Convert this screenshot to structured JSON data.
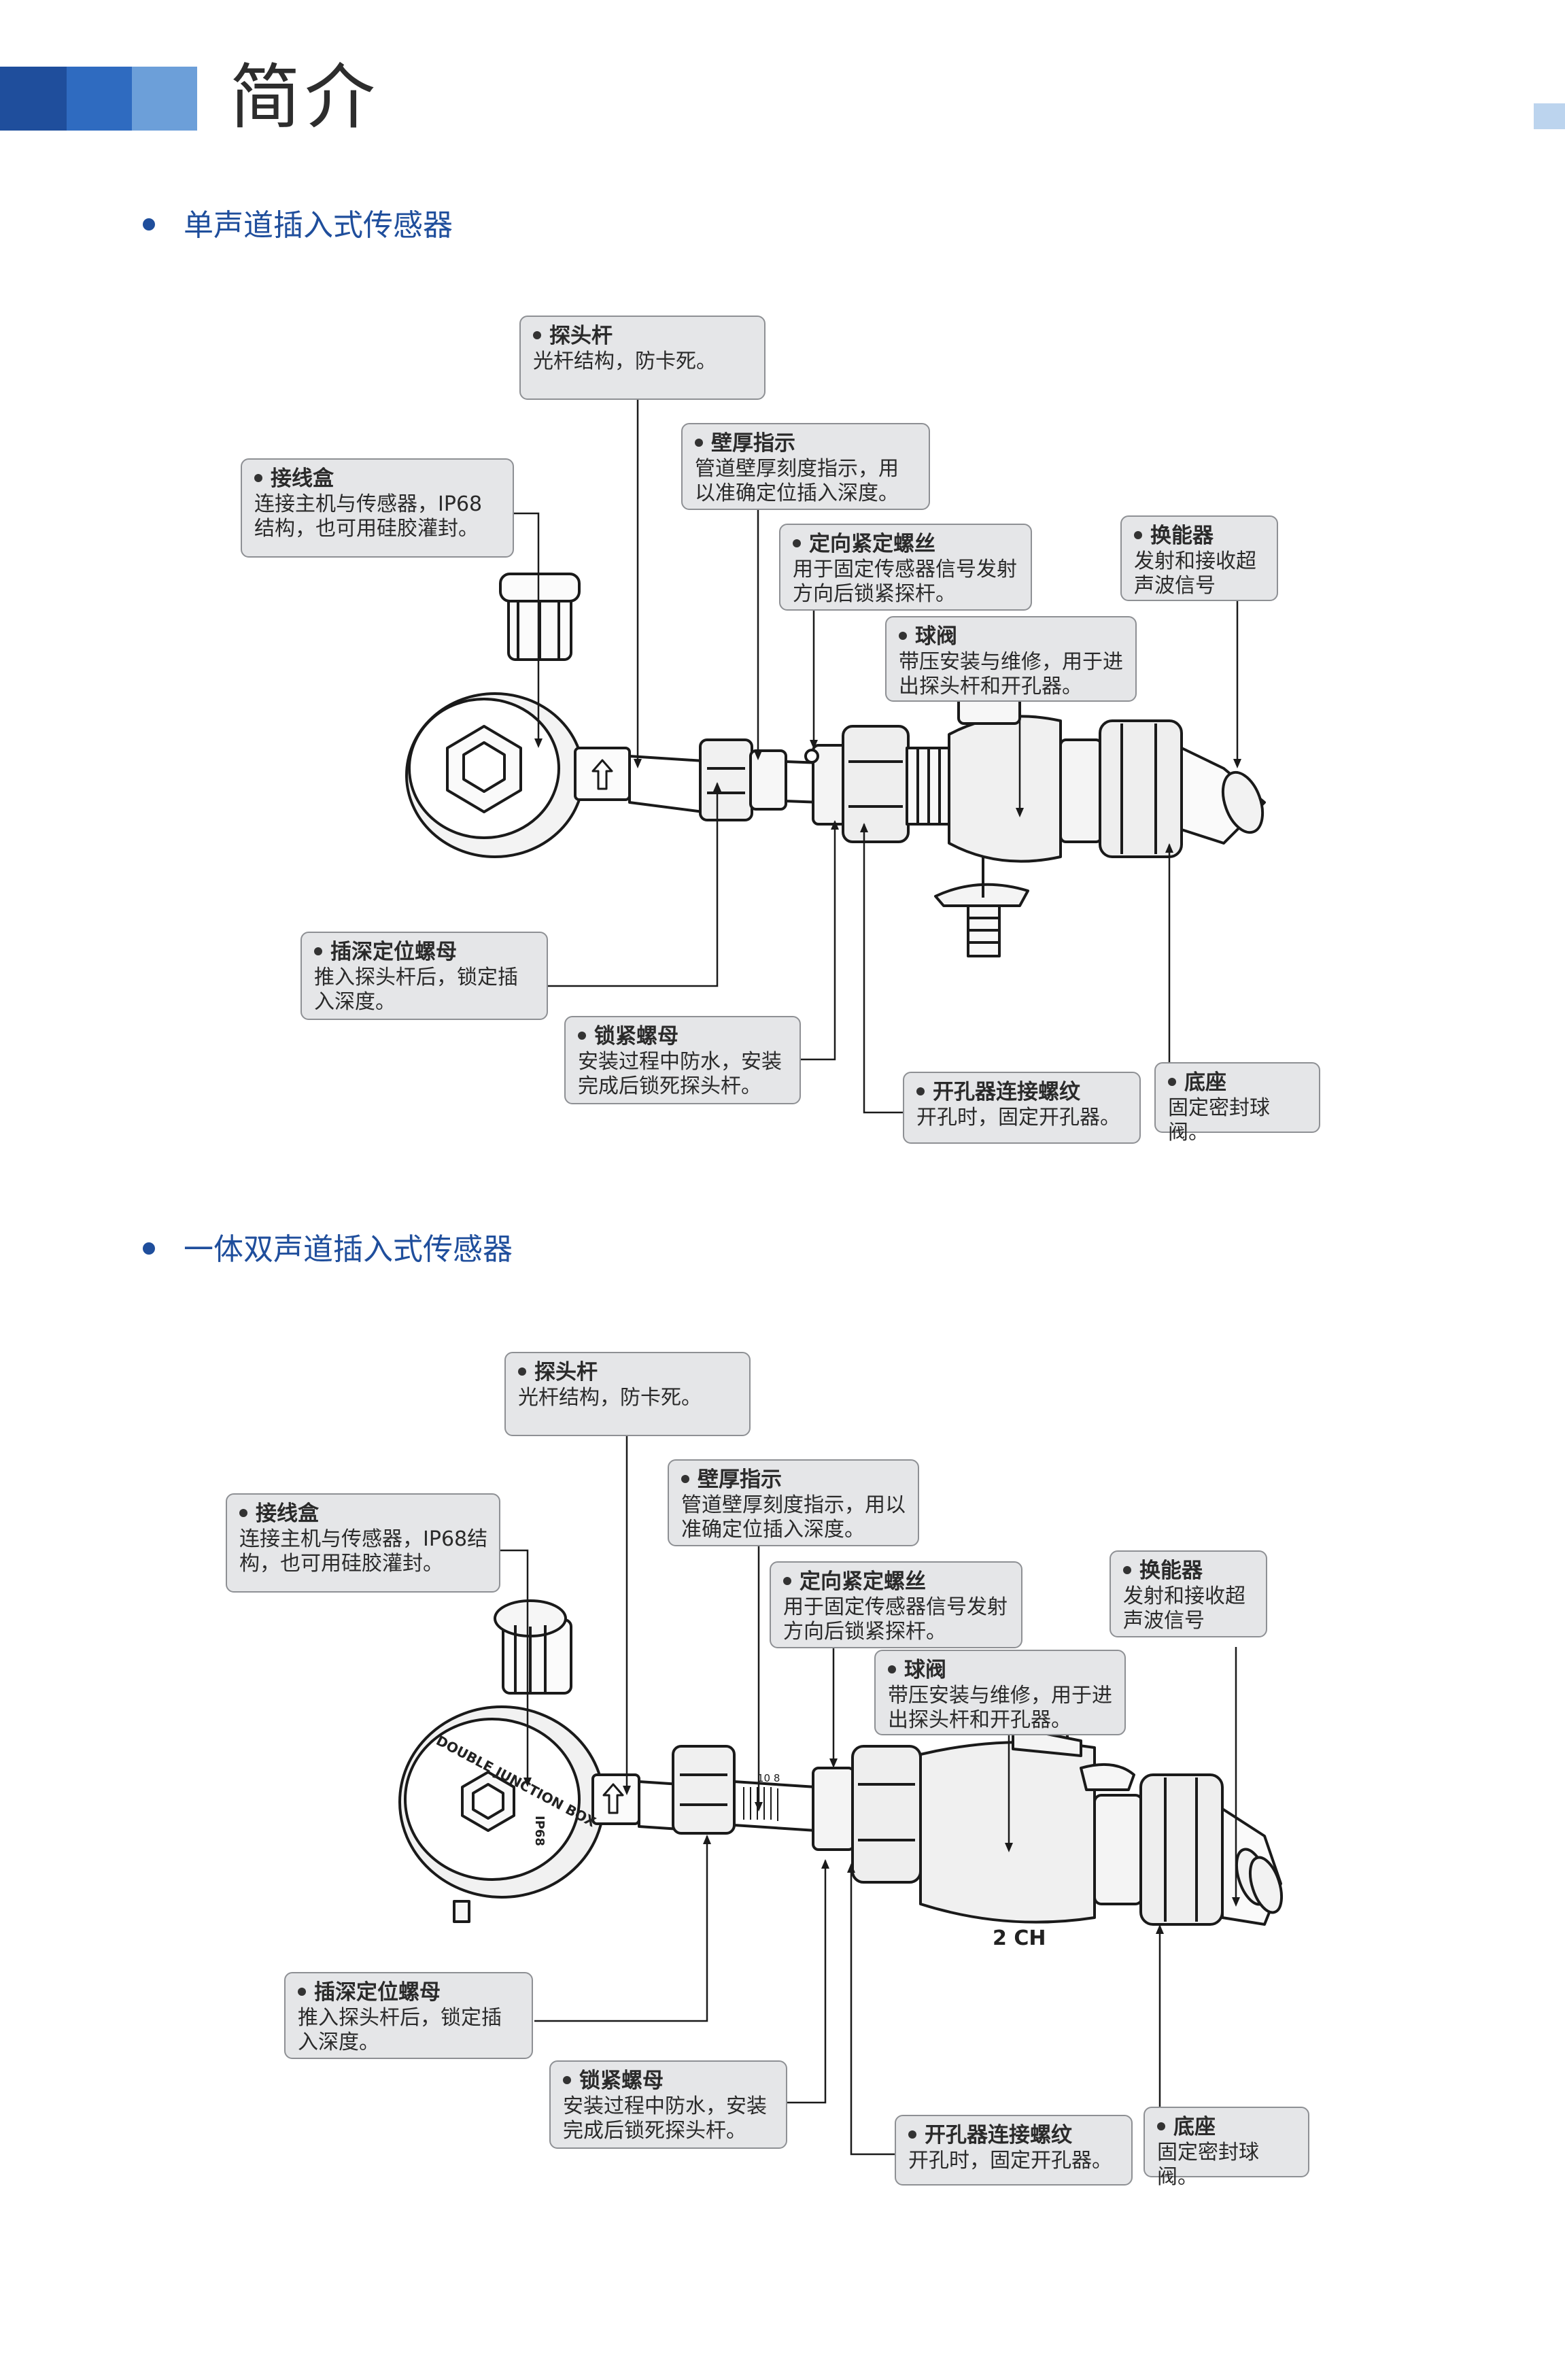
{
  "header": {
    "title": "简介",
    "bar_colors": [
      "#1f4e9c",
      "#2f6bc0",
      "#6c9fd9"
    ]
  },
  "sections": [
    {
      "heading": "单声道插入式传感器",
      "callouts": [
        {
          "title": "探头杆",
          "desc": "光杆结构，防卡死。"
        },
        {
          "title": "接线盒",
          "desc": "连接主机与传感器，IP68结构，也可用硅胶灌封。"
        },
        {
          "title": "壁厚指示",
          "desc": "管道壁厚刻度指示，用以准确定位插入深度。"
        },
        {
          "title": "定向紧定螺丝",
          "desc": "用于固定传感器信号发射方向后锁紧探杆。"
        },
        {
          "title": "换能器",
          "desc": "发射和接收超声波信号"
        },
        {
          "title": "球阀",
          "desc": "带压安装与维修，用于进出探头杆和开孔器。"
        },
        {
          "title": "插深定位螺母",
          "desc": "推入探头杆后，锁定插入深度。"
        },
        {
          "title": "锁紧螺母",
          "desc": "安装过程中防水，安装完成后锁死探头杆。"
        },
        {
          "title": "开孔器连接螺纹",
          "desc": "开孔时，固定开孔器。"
        },
        {
          "title": "底座",
          "desc": "固定密封球阀。"
        }
      ]
    },
    {
      "heading": "一体双声道插入式传感器",
      "callouts": [
        {
          "title": "探头杆",
          "desc": "光杆结构，防卡死。"
        },
        {
          "title": "接线盒",
          "desc": "连接主机与传感器，IP68结构，也可用硅胶灌封。"
        },
        {
          "title": "壁厚指示",
          "desc": "管道壁厚刻度指示，用以准确定位插入深度。"
        },
        {
          "title": "定向紧定螺丝",
          "desc": "用于固定传感器信号发射方向后锁紧探杆。"
        },
        {
          "title": "换能器",
          "desc": "发射和接收超声波信号"
        },
        {
          "title": "球阀",
          "desc": "带压安装与维修，用于进出探头杆和开孔器。"
        },
        {
          "title": "插深定位螺母",
          "desc": "推入探头杆后，锁定插入深度。"
        },
        {
          "title": "锁紧螺母",
          "desc": "安装过程中防水，安装完成后锁死探头杆。"
        },
        {
          "title": "开孔器连接螺纹",
          "desc": "开孔时，固定开孔器。"
        },
        {
          "title": "底座",
          "desc": "固定密封球阀。"
        }
      ],
      "device_labels": {
        "box_text": "DOUBLE JUNCTION BOX",
        "rating": "IP68",
        "channel": "2 CH",
        "scale_mark": "10 8"
      }
    }
  ]
}
